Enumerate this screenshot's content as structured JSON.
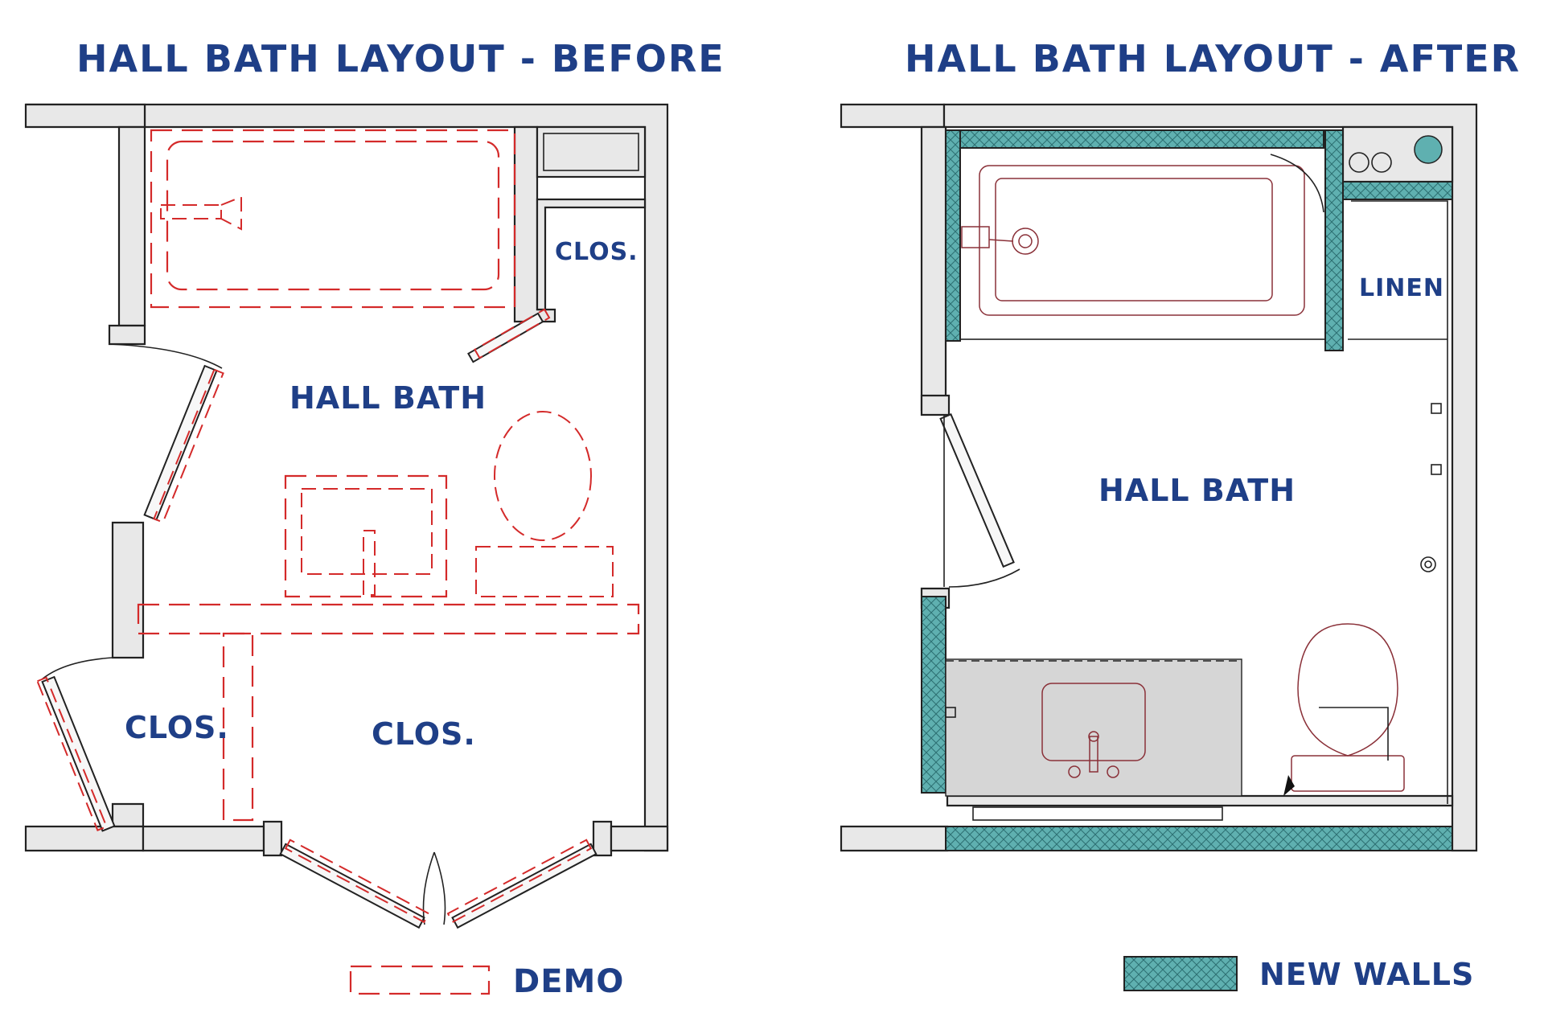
{
  "plans": {
    "before": {
      "title": "HALL BATH LAYOUT - BEFORE",
      "labels": {
        "closet_top": "CLOS.",
        "hall_bath": "HALL BATH",
        "closet_left": "CLOS.",
        "closet_center": "CLOS."
      },
      "legend": "DEMO"
    },
    "after": {
      "title": "HALL BATH LAYOUT - AFTER",
      "labels": {
        "linen": "LINEN",
        "hall_bath": "HALL BATH"
      },
      "legend": "NEW WALLS"
    }
  },
  "colors": {
    "title": "#1f3f87",
    "demo": "#d42a2a",
    "new_wall": "#5fb0b0",
    "fixture": "#8a3038",
    "wall_fill": "#e8e8e8"
  }
}
